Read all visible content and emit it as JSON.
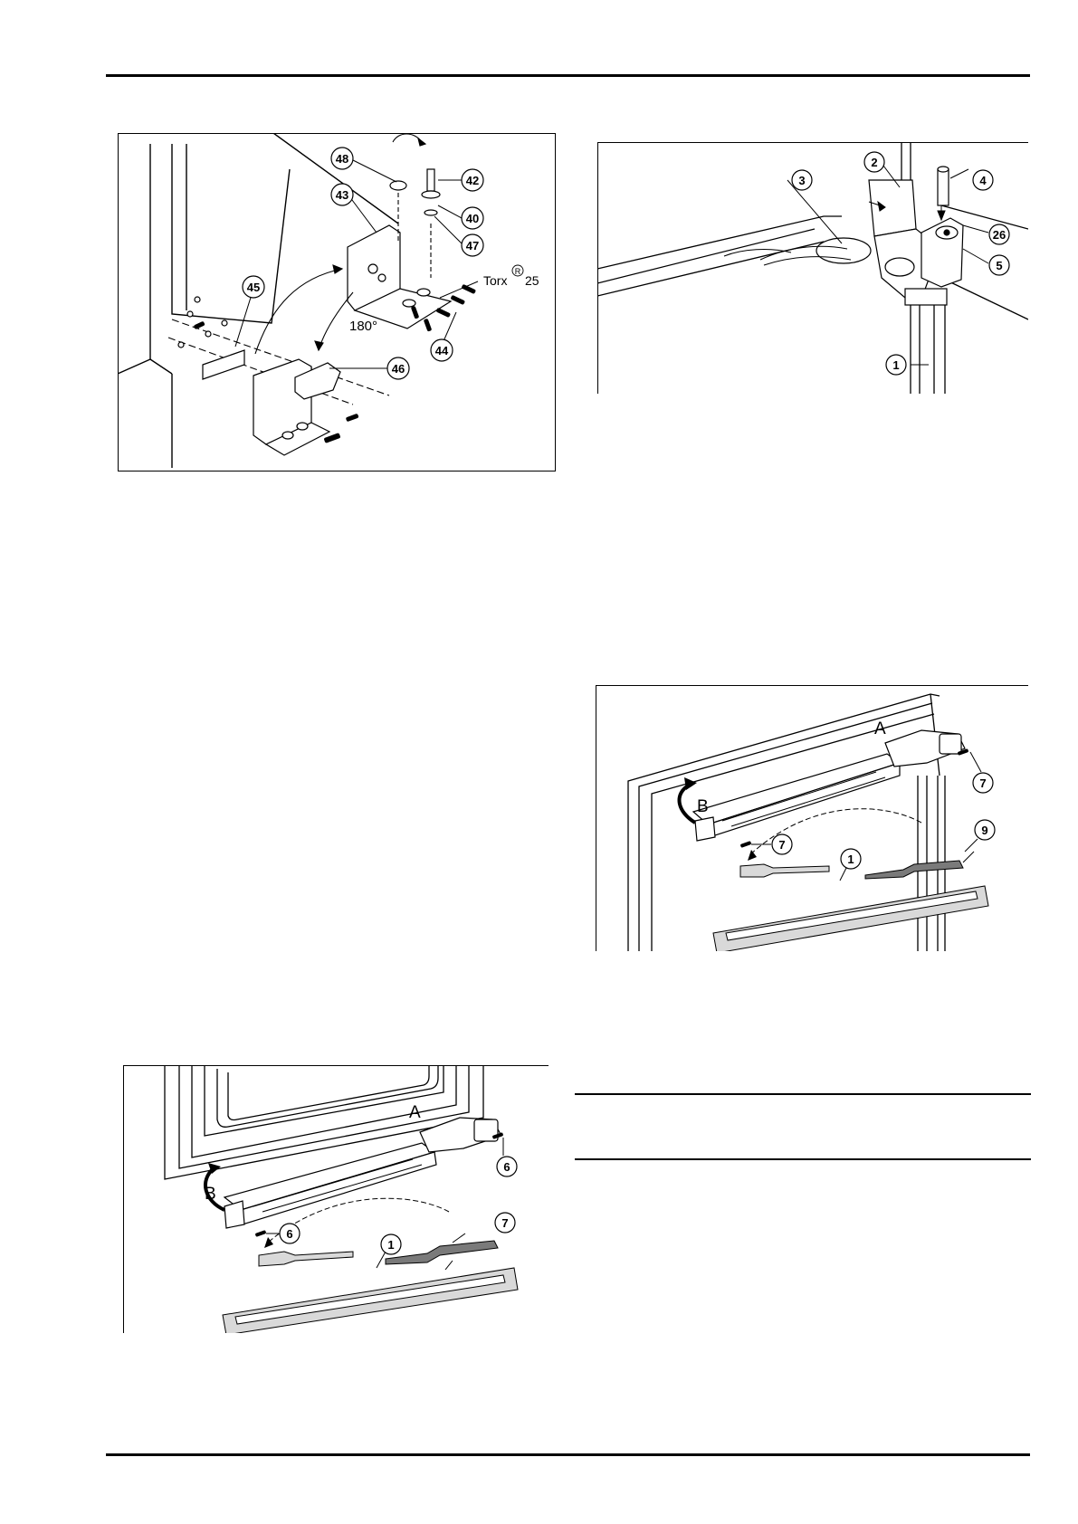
{
  "figures": {
    "top_left": {
      "callouts": [
        "48",
        "43",
        "42",
        "40",
        "47",
        "45",
        "44",
        "46"
      ],
      "torx_label": "Torx",
      "torx_reg": "R",
      "torx_size": "25",
      "angle_label": "180°"
    },
    "top_right": {
      "callouts": [
        "2",
        "3",
        "4",
        "26",
        "5",
        "1"
      ]
    },
    "middle_right": {
      "letter_a": "A",
      "letter_b": "B",
      "callouts": [
        "7",
        "7",
        "9",
        "1"
      ]
    },
    "bottom_left": {
      "letter_a": "A",
      "letter_b": "B",
      "callouts": [
        "6",
        "6",
        "7",
        "1"
      ]
    }
  },
  "colors": {
    "line": "#000000",
    "part_grey": "#7a7a7a",
    "light_grey": "#d9d9d9"
  }
}
